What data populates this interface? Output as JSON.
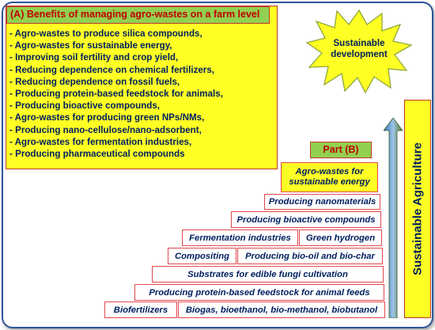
{
  "panel_a": {
    "title": "(A) Benefits of managing agro-wastes on a farm level",
    "items": [
      "- Agro-wastes to produce silica compounds,",
      "- Agro-wastes for sustainable energy,",
      "- Improving soil fertility and crop yield,",
      "- Reducing dependence on chemical fertilizers,",
      "- Reducing dependence on fossil fuels,",
      "- Producing protein-based feedstock for animals,",
      "- Producing bioactive compounds,",
      "- Agro-wastes for producing green NPs/NMs,",
      "- Producing nano-cellulose/nano-adsorbent,",
      "- Agro-wastes for fermentation industries,",
      "- Producing pharmaceutical compounds"
    ]
  },
  "burst": {
    "line1": "Sustainable",
    "line2": "development"
  },
  "part_b": {
    "label": "Part (B)",
    "top_box": "Agro-wastes for sustainable energy",
    "steps": {
      "nanomaterials": "Producing nanomaterials",
      "bioactive": "Producing bioactive compounds",
      "fermentation": "Fermentation industries",
      "hydrogen": "Green hydrogen",
      "compositing": "Compositing",
      "biooil": "Producing bio-oil and bio-char",
      "fungi": "Substrates for edible fungi cultivation",
      "feedstock": "Producing protein-based feedstock for animal feeds",
      "biofertilizers": "Biofertilizers",
      "biogas": "Biogas, bioethanol, bio-methanol, biobutanol"
    }
  },
  "pillar": {
    "label": "Sustainable Agriculture"
  },
  "colors": {
    "yellow_fill": "#ffff24",
    "green_fill": "#92d050",
    "red_title": "#c00000",
    "navy_text": "#002060",
    "red_border": "#e0484d",
    "frame_border": "#2f5597"
  }
}
